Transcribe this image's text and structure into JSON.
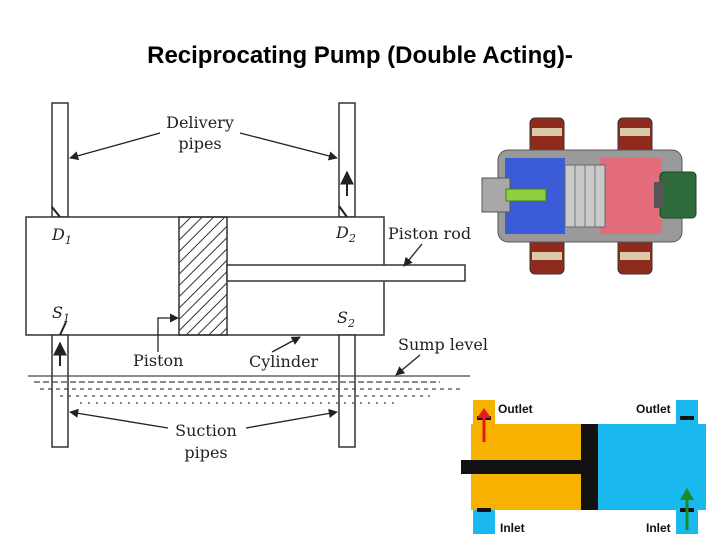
{
  "title": "Reciprocating Pump (Double Acting)-",
  "diagram": {
    "labels": {
      "delivery_line1": "Delivery",
      "delivery_line2": "pipes",
      "d1": "D",
      "d1_sub": "1",
      "d2": "D",
      "d2_sub": "2",
      "piston_rod": "Piston rod",
      "s1": "S",
      "s1_sub": "1",
      "s2": "S",
      "s2_sub": "2",
      "sump_level": "Sump level",
      "piston": "Piston",
      "cylinder": "Cylinder",
      "suction_line1": "Suction",
      "suction_line2": "pipes"
    }
  },
  "schematic": {
    "outlet_left": "Outlet",
    "outlet_right": "Outlet",
    "inlet_left": "Inlet",
    "inlet_right": "Inlet",
    "colors": {
      "left_chamber": "#f7b100",
      "right_chamber": "#19b9ef",
      "outlet_arrow": "#e31b1b",
      "inlet_arrow": "#1d8a2a"
    }
  }
}
